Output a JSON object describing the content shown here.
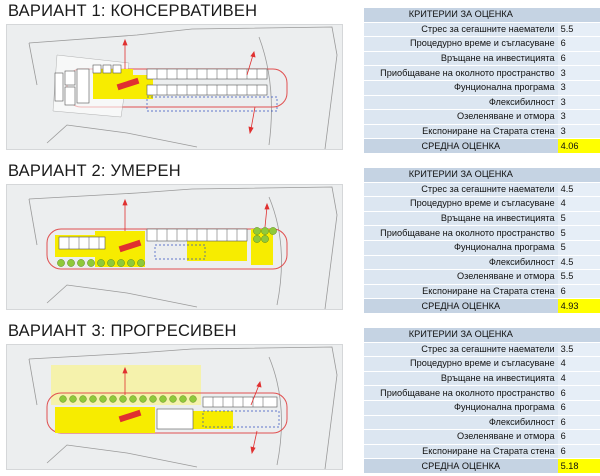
{
  "variants": [
    {
      "title": "ВАРИАНТ 1: КОНСЕРВАТИВЕН",
      "table_header": "КРИТЕРИИ ЗА ОЦЕНКА",
      "criteria": [
        {
          "label": "Стрес за сегашните наематели",
          "score": "5.5"
        },
        {
          "label": "Процедурно време и съгласуване",
          "score": "6"
        },
        {
          "label": "Връщане на инвестицията",
          "score": "6"
        },
        {
          "label": "Приобщаване на околното пространство",
          "score": "3"
        },
        {
          "label": "Фунционална програма",
          "score": "3"
        },
        {
          "label": "Флексибилност",
          "score": "3"
        },
        {
          "label": "Озеленяване и отмора",
          "score": "3"
        },
        {
          "label": "Експониране на Старата стена",
          "score": "3"
        }
      ],
      "average_label": "СРЕДНА ОЦЕНКА",
      "average": "4.06"
    },
    {
      "title": "ВАРИАНТ 2: УМЕРЕН",
      "table_header": "КРИТЕРИИ ЗА ОЦЕНКА",
      "criteria": [
        {
          "label": "Стрес за сегашните наематели",
          "score": "4.5"
        },
        {
          "label": "Процедурно време и съгласуване",
          "score": "4"
        },
        {
          "label": "Връщане на инвестицията",
          "score": "5"
        },
        {
          "label": "Приобщаване на околното пространство",
          "score": "5"
        },
        {
          "label": "Фунционална програма",
          "score": "5"
        },
        {
          "label": "Флексибилност",
          "score": "4.5"
        },
        {
          "label": "Озеленяване и отмора",
          "score": "5.5"
        },
        {
          "label": "Експониране на Старата стена",
          "score": "6"
        }
      ],
      "average_label": "СРЕДНА ОЦЕНКА",
      "average": "4.93"
    },
    {
      "title": "ВАРИАНТ 3: ПРОГРЕСИВЕН",
      "table_header": "КРИТЕРИИ ЗА ОЦЕНКА",
      "criteria": [
        {
          "label": "Стрес за сегашните наематели",
          "score": "3.5"
        },
        {
          "label": "Процедурно време и съгласуване",
          "score": "4"
        },
        {
          "label": "Връщане на инвестицията",
          "score": "4"
        },
        {
          "label": "Приобщаване на околното пространство",
          "score": "6"
        },
        {
          "label": "Фунционална програма",
          "score": "6"
        },
        {
          "label": "Флексибилност",
          "score": "6"
        },
        {
          "label": "Озеленяване и отмора",
          "score": "6"
        },
        {
          "label": "Експониране на Старата стена",
          "score": "6"
        }
      ],
      "average_label": "СРЕДНА ОЦЕНКА",
      "average": "5.18"
    }
  ],
  "colors": {
    "plaza_yellow": "#f7ec00",
    "table_header": "#c5d3e3",
    "table_row": "#dce6f1",
    "average_highlight": "#ffff00",
    "trees": "#8fc93a",
    "boundary_red": "#e05050",
    "dashed_blue": "#3050c0"
  }
}
